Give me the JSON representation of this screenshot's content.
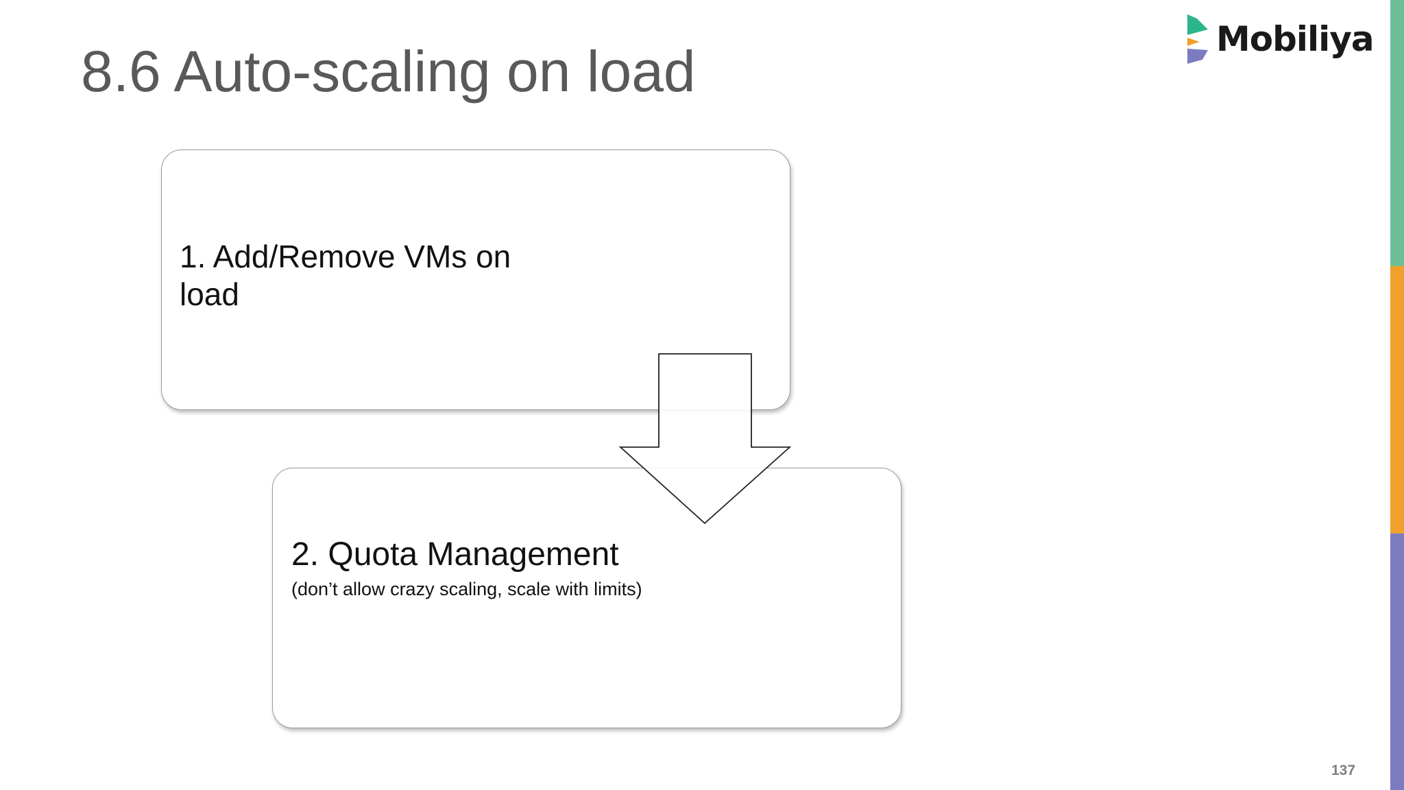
{
  "slide": {
    "title": "8.6 Auto-scaling on load",
    "page_number": "137"
  },
  "logo": {
    "text": "Mobiliya",
    "colors": {
      "green": "#2bb58a",
      "orange": "#f0a12c",
      "purple": "#7b7cc0"
    }
  },
  "accent_bar": {
    "colors": [
      "#6dbf9a",
      "#f0a12c",
      "#7b7cc0"
    ]
  },
  "diagram": {
    "steps": [
      {
        "label": "1. Add/Remove VMs on load"
      },
      {
        "label": "2. Quota Management",
        "note": "(don’t allow crazy scaling, scale with limits)"
      }
    ],
    "connector": {
      "icon": "down-arrow-icon",
      "from": 1,
      "to": 2
    }
  }
}
